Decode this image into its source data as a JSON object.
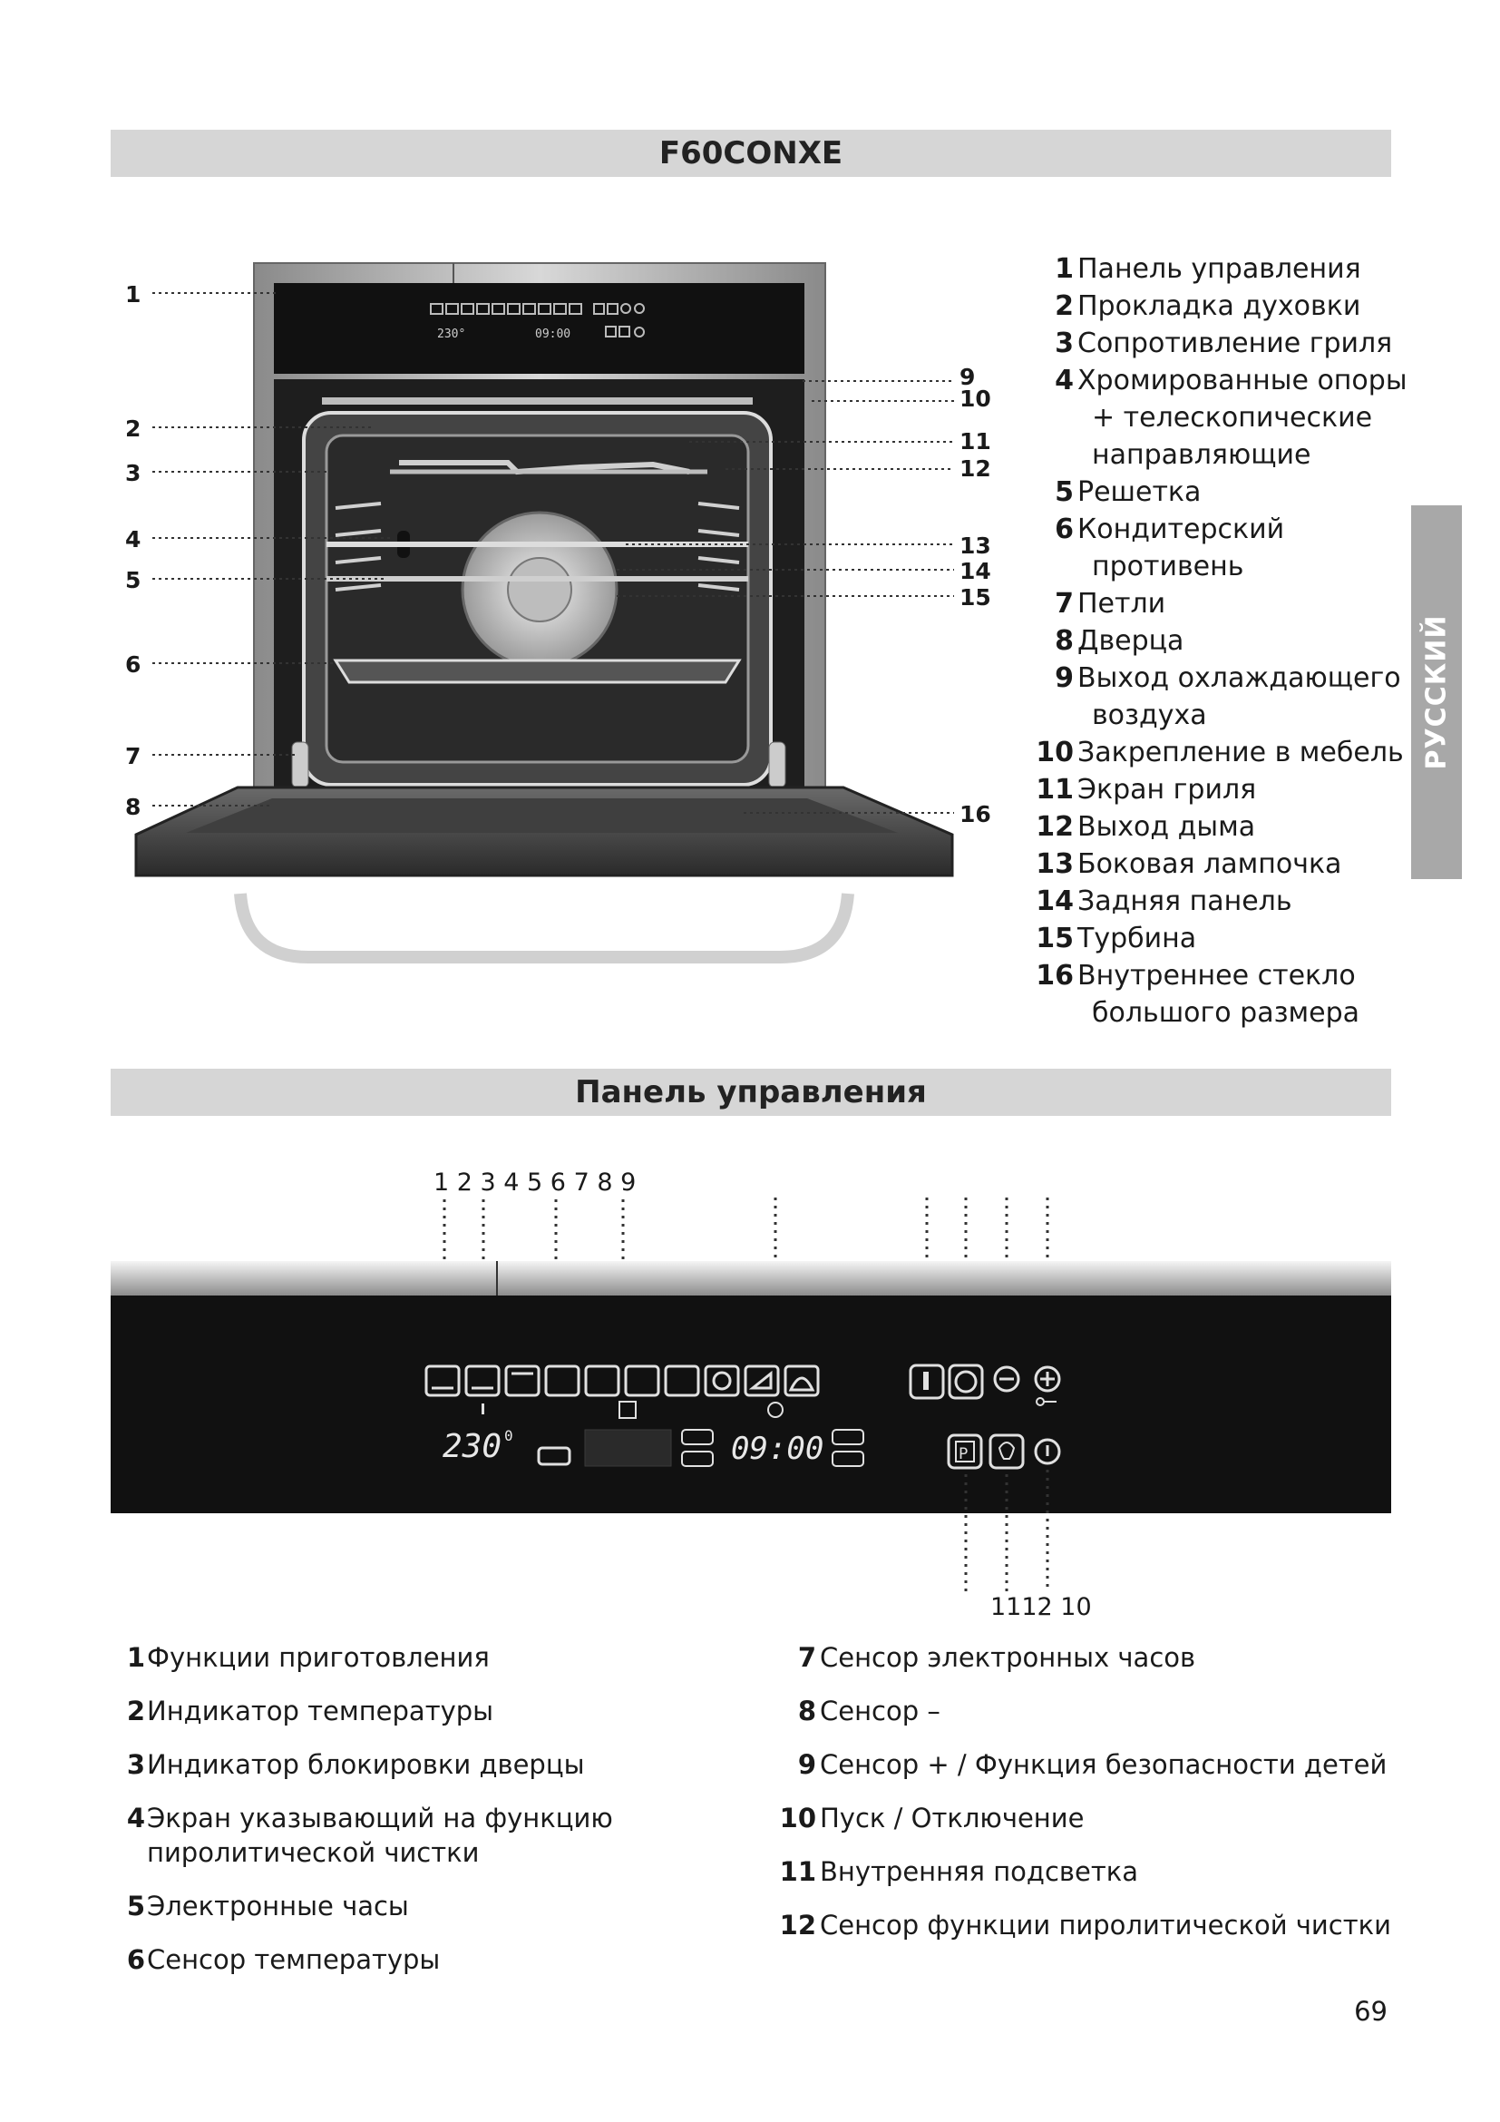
{
  "header": {
    "model": "F60CONXE"
  },
  "side_tab": {
    "label": "РУССКИЙ"
  },
  "oven_figure": {
    "callouts": [
      "1",
      "2",
      "3",
      "4",
      "5",
      "6",
      "7",
      "8",
      "9",
      "10",
      "11",
      "12",
      "13",
      "14",
      "15",
      "16"
    ],
    "panel_glyphs": {
      "temp": "230°",
      "clock": "09:00"
    }
  },
  "parts": [
    {
      "num": "1",
      "text": "Панель управления"
    },
    {
      "num": "2",
      "text": "Прокладка духовки"
    },
    {
      "num": "3",
      "text": "Сопротивление гриля"
    },
    {
      "num": "4",
      "text": "Хромированные опоры",
      "cont1": "+ телескопические",
      "cont2": "направляющие"
    },
    {
      "num": "5",
      "text": "Решетка"
    },
    {
      "num": "6",
      "text": "Кондитерский",
      "cont1": "противень"
    },
    {
      "num": "7",
      "text": "Петли"
    },
    {
      "num": "8",
      "text": "Дверца"
    },
    {
      "num": "9",
      "text": "Выход охлаждающего",
      "cont1": "воздуха"
    },
    {
      "num": "10",
      "text": "Закрепление в мебель"
    },
    {
      "num": "11",
      "text": "Экран гриля"
    },
    {
      "num": "12",
      "text": "Выход дыма"
    },
    {
      "num": "13",
      "text": "Боковая лампочка"
    },
    {
      "num": "14",
      "text": "Задняя панель"
    },
    {
      "num": "15",
      "text": "Турбина"
    },
    {
      "num": "16",
      "text": "Внутреннее стекло",
      "cont1": "большого размера"
    }
  ],
  "panel_section": {
    "title": "Панель управления",
    "top_numbers": "1 2 3 4 5 6 7 8 9",
    "bottom_numbers": "1112 10",
    "display_temp": "230",
    "display_temp_unit": "0",
    "display_clock": "09:00",
    "p_label": "P"
  },
  "legend_left": [
    {
      "num": "1",
      "text": "Функции приготовления"
    },
    {
      "num": "2",
      "text": "Индикатор температуры"
    },
    {
      "num": "3",
      "text": "Индикатор блокировки дверцы"
    },
    {
      "num": "4",
      "text": "Экран указывающий на функцию",
      "cont1": "пиролитической чистки"
    },
    {
      "num": "5",
      "text": "Электронные часы"
    },
    {
      "num": "6",
      "text": "Сенсор температуры"
    }
  ],
  "legend_right": [
    {
      "num": "7",
      "text": "Сенсор электронных часов"
    },
    {
      "num": "8",
      "text": "Сенсор –"
    },
    {
      "num": "9",
      "text": "Сенсор + / Функция безопасности детей"
    },
    {
      "num": "10",
      "text": "Пуск / Отключение"
    },
    {
      "num": "11",
      "text": "Внутренняя подсветка"
    },
    {
      "num": "12",
      "text": "Сенсор функции пиролитической чистки"
    }
  ],
  "page_number": "69"
}
